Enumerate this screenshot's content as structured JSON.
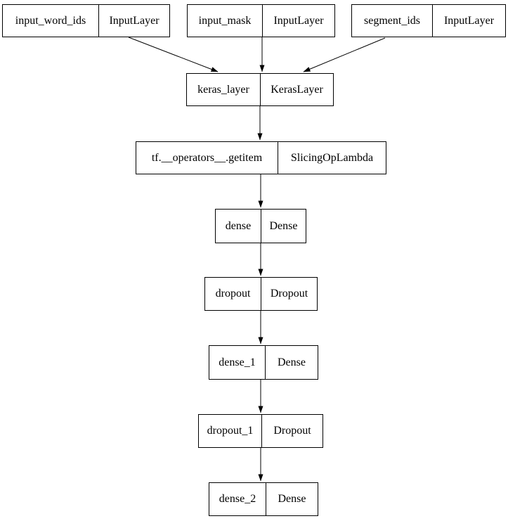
{
  "diagram": {
    "kind": "keras-model-plot",
    "colors": {
      "background": "#ffffff",
      "node_border": "#000000",
      "node_fill": "#ffffff",
      "text": "#000000",
      "edge": "#000000"
    },
    "nodes": [
      {
        "name": "input_word_ids",
        "type": "InputLayer"
      },
      {
        "name": "input_mask",
        "type": "InputLayer"
      },
      {
        "name": "segment_ids",
        "type": "InputLayer"
      },
      {
        "name": "keras_layer",
        "type": "KerasLayer"
      },
      {
        "name": "tf.__operators__.getitem",
        "type": "SlicingOpLambda"
      },
      {
        "name": "dense",
        "type": "Dense"
      },
      {
        "name": "dropout",
        "type": "Dropout"
      },
      {
        "name": "dense_1",
        "type": "Dense"
      },
      {
        "name": "dropout_1",
        "type": "Dropout"
      },
      {
        "name": "dense_2",
        "type": "Dense"
      }
    ],
    "edges": [
      {
        "from": "input_word_ids",
        "to": "keras_layer"
      },
      {
        "from": "input_mask",
        "to": "keras_layer"
      },
      {
        "from": "segment_ids",
        "to": "keras_layer"
      },
      {
        "from": "keras_layer",
        "to": "tf.__operators__.getitem"
      },
      {
        "from": "tf.__operators__.getitem",
        "to": "dense"
      },
      {
        "from": "dense",
        "to": "dropout"
      },
      {
        "from": "dropout",
        "to": "dense_1"
      },
      {
        "from": "dense_1",
        "to": "dropout_1"
      },
      {
        "from": "dropout_1",
        "to": "dense_2"
      }
    ]
  }
}
